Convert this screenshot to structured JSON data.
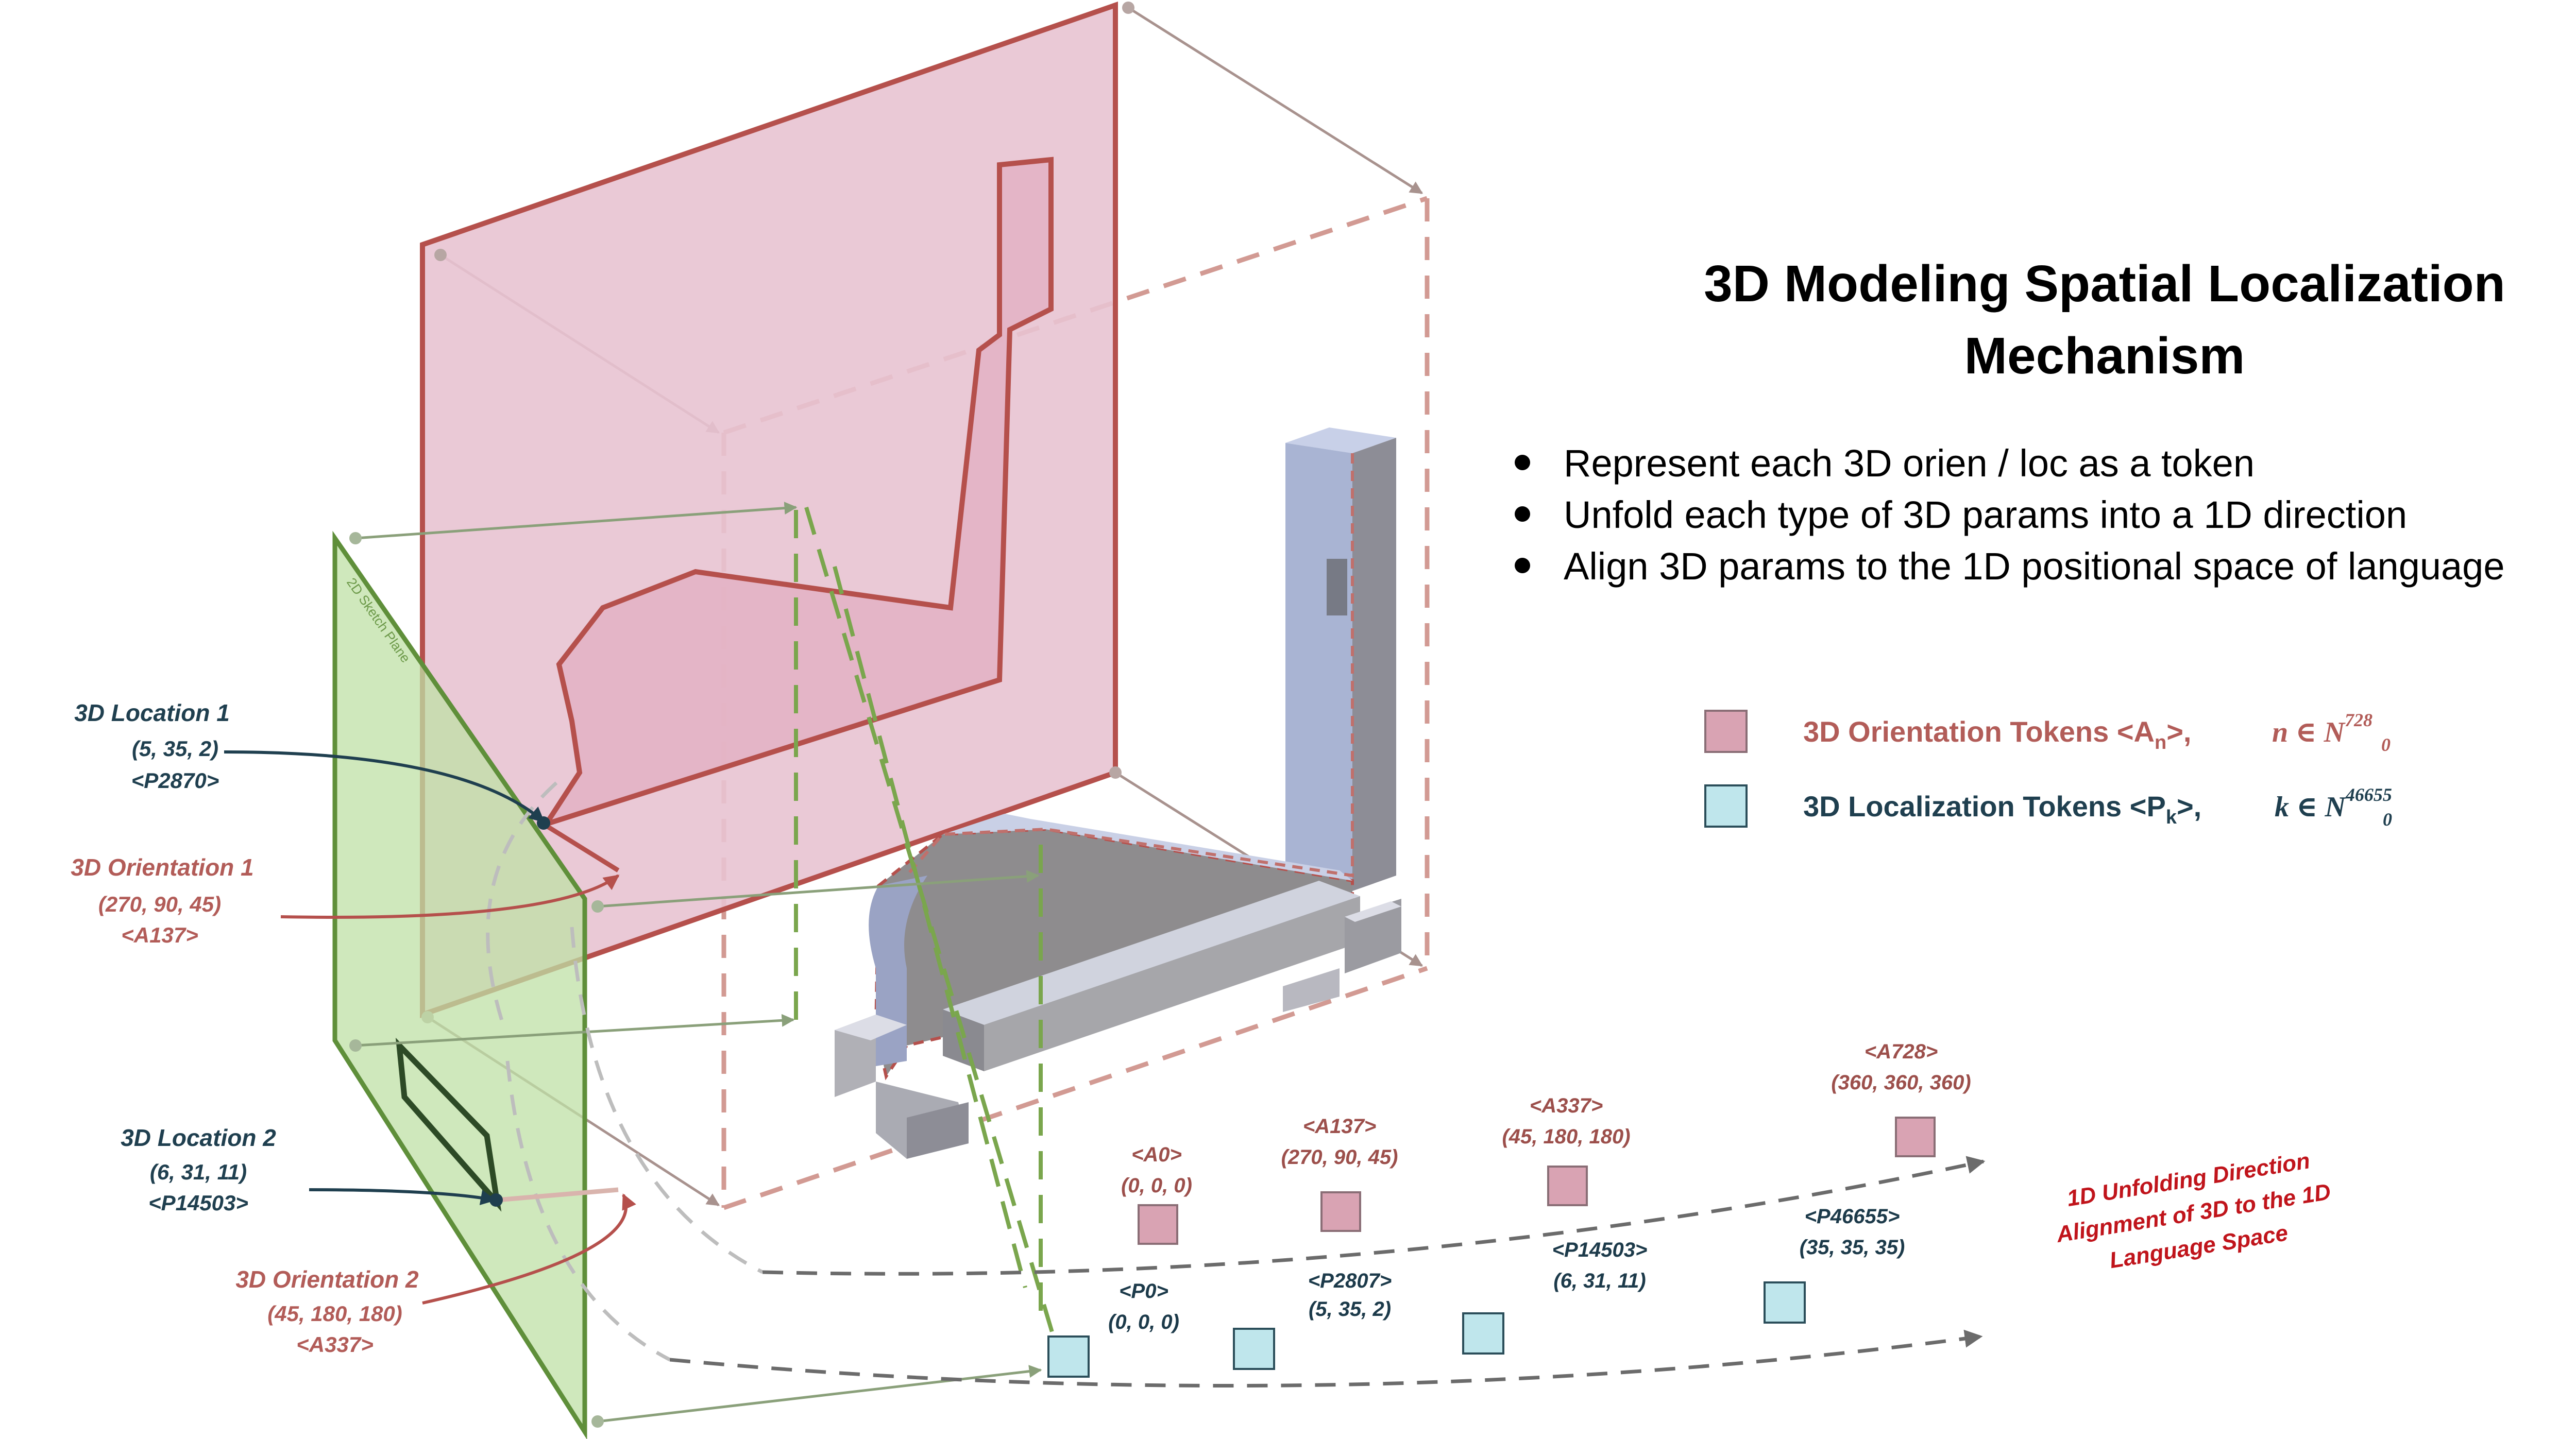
{
  "title_line1": "3D Modeling Spatial Localization",
  "title_line2": "Mechanism",
  "bullets": [
    "Represent each 3D orien / loc as a token",
    "Unfold each type of 3D params into a 1D direction",
    "Align 3D params to the 1D positional space of language"
  ],
  "legend": {
    "orientation": {
      "label": "3D Orientation Tokens <A",
      "sub": "n",
      "close": ">,",
      "math": "n ∈ N",
      "sup": "728",
      "msub": "0",
      "color": "#d9a3b3"
    },
    "localization": {
      "label": "3D Localization Tokens <P",
      "sub": "k",
      "close": ">,",
      "math": "k ∈ N",
      "sup": "46655",
      "msub": "0",
      "color": "#bfe6ec"
    }
  },
  "plane_label": "2D Sketch Plane",
  "callouts": [
    {
      "kind": "location",
      "lines": [
        "3D Location 1",
        "(5,  35,  2)",
        "<P2870>"
      ]
    },
    {
      "kind": "orientation",
      "lines": [
        "3D Orientation 1",
        "(270,  90,  45)",
        "<A137>"
      ]
    },
    {
      "kind": "location",
      "lines": [
        "3D Location 2",
        "(6,  31,  11)",
        "<P14503>"
      ]
    },
    {
      "kind": "orientation",
      "lines": [
        "3D Orientation 2",
        "(45,  180,  180)",
        "<A337>"
      ]
    }
  ],
  "a_tokens": [
    {
      "token": "<A0>",
      "value": "(0,  0,  0)"
    },
    {
      "token": "<A137>",
      "value": "(270,  90,  45)"
    },
    {
      "token": "<A337>",
      "value": "(45,  180,  180)"
    },
    {
      "token": "<A728>",
      "value": "(360,  360,  360)"
    }
  ],
  "p_tokens": [
    {
      "token": "<P0>",
      "value": "(0,  0,  0)"
    },
    {
      "token": "<P2807>",
      "value": "(5,  35,  2)"
    },
    {
      "token": "<P14503>",
      "value": "(6,  31,  11)"
    },
    {
      "token": "<P46655>",
      "value": "(35,  35,  35)"
    }
  ],
  "unfold_text": [
    "1D Unfolding Direction",
    "Alignment of 3D to the 1D",
    "Language Space"
  ],
  "colors": {
    "pink_plane": "#e8c3d2",
    "pink_edge": "#b5504c",
    "green_plane": "#bfe0a6",
    "green_edge": "#5f8f3a",
    "loc_text": "#1f3f4f",
    "ori_text": "#b25c58",
    "unfold_text": "#c0141b"
  }
}
